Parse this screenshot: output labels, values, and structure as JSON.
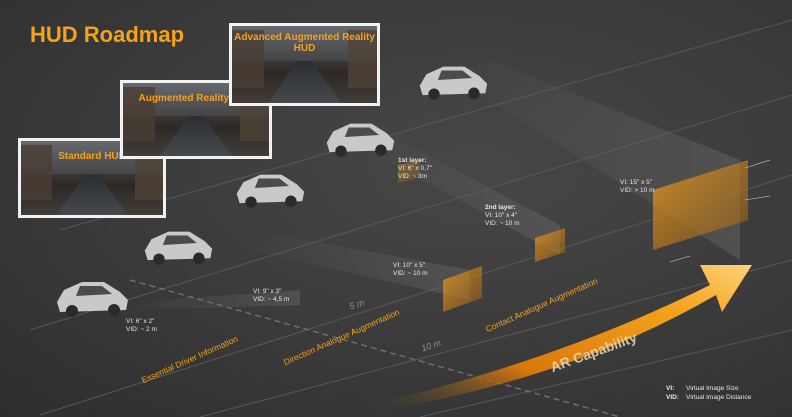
{
  "title": "HUD Roadmap",
  "screens": [
    {
      "label": "Standard HUD"
    },
    {
      "label": "Augmented Reality HUD"
    },
    {
      "label": "Advanced Augmented Reality HUD"
    }
  ],
  "stages": [
    {
      "label": "Essential Driver Information"
    },
    {
      "label": "Direction Analogue Augmentation"
    },
    {
      "label": "Contact Analogue Augmentation"
    }
  ],
  "specs": [
    {
      "head": "",
      "vi": "VI:     6\" x 2\"",
      "vid": "VID:  ~ 2 m"
    },
    {
      "head": "",
      "vi": "VI:     9\" x 3\"",
      "vid": "VID:  ~ 4,5 m"
    },
    {
      "head": "1st layer:",
      "vi": "VI: 6\" x 0,7\"",
      "vid": "VID: ~ 3m"
    },
    {
      "head": "",
      "vi": "VI:   10\" x 5\"",
      "vid": "VID: ~ 10 m"
    },
    {
      "head": "2nd layer:",
      "vi": "VI:   10\" x 4\"",
      "vid": "VID: ~ 10 m"
    },
    {
      "head": "",
      "vi": "VI:     15\" x 5\"",
      "vid": "VID:   > 10 m"
    }
  ],
  "distances": [
    "5 m",
    "10 m"
  ],
  "arrow_label": "AR Capability",
  "legend": [
    {
      "key": "VI:",
      "text": "Virtual Image Size"
    },
    {
      "key": "VID:",
      "text": "Virtual Image Distance"
    }
  ],
  "colors": {
    "accent": "#f5a21b",
    "background": "#3b3b3b",
    "text": "#e8e8e8"
  }
}
